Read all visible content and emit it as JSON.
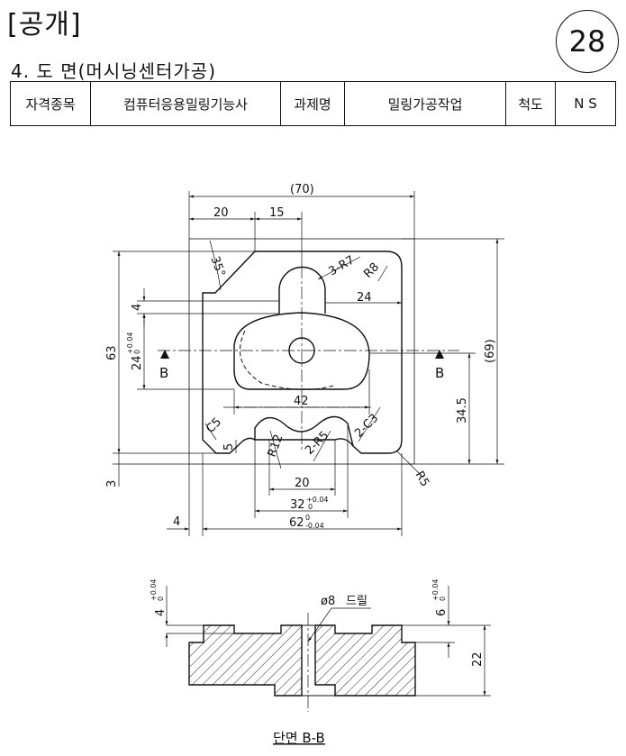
{
  "header": {
    "title": "[공개]",
    "page_number": "28",
    "subtitle": "4. 도 면(머시닝센터가공)"
  },
  "info_table": {
    "cells": [
      "자격종목",
      "컴퓨터응용밀링기능사",
      "과제명",
      "밀링가공작업",
      "척도",
      "N S"
    ]
  },
  "plan_view": {
    "dims": {
      "overall_width": "(70)",
      "top_20": "20",
      "top_15": "15",
      "angle": "35°",
      "radius_3": "3-R7",
      "radius_r8": "R8",
      "dim_24": "24",
      "dim_4": "4",
      "dim_63": "63",
      "dim_24_tol": "24",
      "tol_24_upper": "+0.04",
      "tol_24_lower": "0",
      "dim_69": "(69)",
      "dim_34_5": "34.5",
      "dim_42": "42",
      "chamfer_c5": "C5",
      "dim_5": "5",
      "radius_r12": "R12",
      "radius_2r5": "2-R5",
      "chamfer_2c3": "2-C3",
      "radius_r5": "R5",
      "dim_3": "3",
      "dim_20": "20",
      "dim_32": "32",
      "tol_32_upper": "+0.04",
      "tol_32_lower": "0",
      "dim_62": "62",
      "tol_62_upper": "0",
      "tol_62_lower": "-0.04",
      "dim_4_bottom": "4"
    },
    "section_mark": "B"
  },
  "section_view": {
    "depth_4": "4",
    "depth_4_tol_upper": "+0.04",
    "depth_4_tol_lower": "0",
    "depth_6": "6",
    "depth_6_tol_upper": "+0.04",
    "depth_6_tol_lower": "0",
    "drill_dia": "ø8",
    "drill_label": "드릴",
    "height_22": "22",
    "caption": "단면 B-B"
  }
}
